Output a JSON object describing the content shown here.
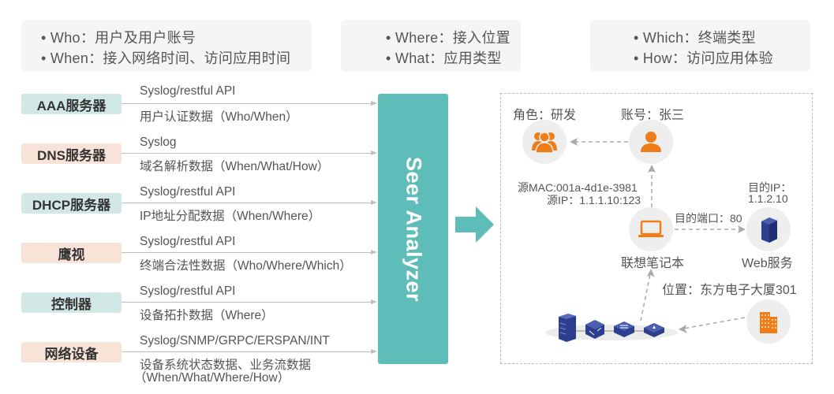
{
  "question_boxes": [
    {
      "lines": [
        "• Who：用户及用户账号",
        "• When：接入网络时间、访问应用时间"
      ]
    },
    {
      "lines": [
        "• Where：接入位置",
        "• What：应用类型"
      ]
    },
    {
      "lines": [
        "• Which：终端类型",
        "• How：访问应用体验"
      ]
    }
  ],
  "sources": [
    {
      "name": "AAA服务器",
      "color": "teal",
      "protocol": "Syslog/restful API",
      "data": "用户认证数据（Who/When）"
    },
    {
      "name": "DNS服务器",
      "color": "peach",
      "protocol": "Syslog",
      "data": "域名解析数据（When/What/How）"
    },
    {
      "name": "DHCP服务器",
      "color": "teal",
      "protocol": "Syslog/restful API",
      "data": "IP地址分配数据（When/Where）"
    },
    {
      "name": "鹰视",
      "color": "peach",
      "protocol": "Syslog/restful API",
      "data": "终端合法性数据（Who/Where/Which）"
    },
    {
      "name": "控制器",
      "color": "teal",
      "protocol": "Syslog/restful API",
      "data": "设备拓扑数据（Where）"
    },
    {
      "name": "网络设备",
      "color": "peach",
      "protocol": "Syslog/SNMP/GRPC/ERSPAN/INT",
      "data": "设备系统状态数据、业务流数据",
      "data2": "（When/What/Where/How）"
    }
  ],
  "analyzer": {
    "label": "Seer Analyzer"
  },
  "result": {
    "role_label": "角色：研发",
    "account_label": "账号：张三",
    "src_mac": "源MAC:001a-4d1e-3981",
    "src_ip": "源IP：1.1.1.10:123",
    "dst_ip_label": "目的IP：",
    "dst_ip_value": "1.1.2.10",
    "dst_port": "目的端口：80",
    "laptop_label": "联想笔记本",
    "web_label": "Web服务",
    "location_label": "位置：东方电子大厦301"
  },
  "colors": {
    "teal": "#5ebdb8",
    "orange": "#ef7d1a",
    "navy": "#2c3e8c",
    "badge_teal": "#d2e8e6",
    "badge_peach": "#f8e3d8"
  }
}
